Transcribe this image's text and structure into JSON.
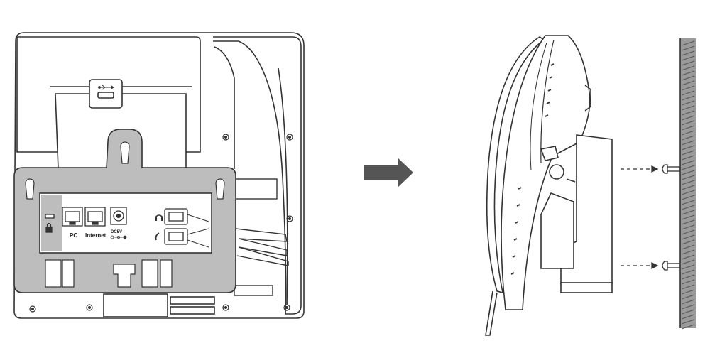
{
  "ports": {
    "pc_label": "PC",
    "internet_label": "Internet",
    "dc_label": "DC5V"
  },
  "icons": {
    "usb": "usb-icon",
    "lock": "lock-icon",
    "headset": "headset-icon",
    "handset": "handset-icon",
    "arrow": "right-arrow-icon"
  },
  "colors": {
    "outline": "#333333",
    "bracket": "#bdbdbd",
    "arrow": "#555555",
    "wall": "#777777"
  }
}
